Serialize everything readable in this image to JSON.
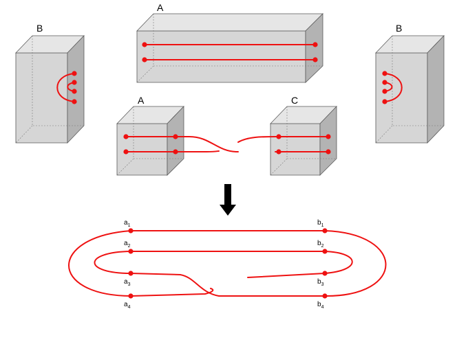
{
  "colors": {
    "wire": "#ee1111",
    "dot": "#ee1111"
  },
  "labels": {
    "box_a_top": "A",
    "box_b_left": "B",
    "box_b_right": "B",
    "box_a_small": "A",
    "box_c_small": "C"
  },
  "arrow": {
    "icon": "down-arrow-icon"
  },
  "loop": {
    "a": [
      "a1",
      "a2",
      "a3",
      "a4"
    ],
    "b": [
      "b1",
      "b2",
      "b3",
      "b4"
    ]
  },
  "loop_labels": {
    "a1_base": "a",
    "a1_sub": "1",
    "a2_base": "a",
    "a2_sub": "2",
    "a3_base": "a",
    "a3_sub": "3",
    "a4_base": "a",
    "a4_sub": "4",
    "b1_base": "b",
    "b1_sub": "1",
    "b2_base": "b",
    "b2_sub": "2",
    "b3_base": "b",
    "b3_sub": "3",
    "b4_base": "b",
    "b4_sub": "4"
  }
}
